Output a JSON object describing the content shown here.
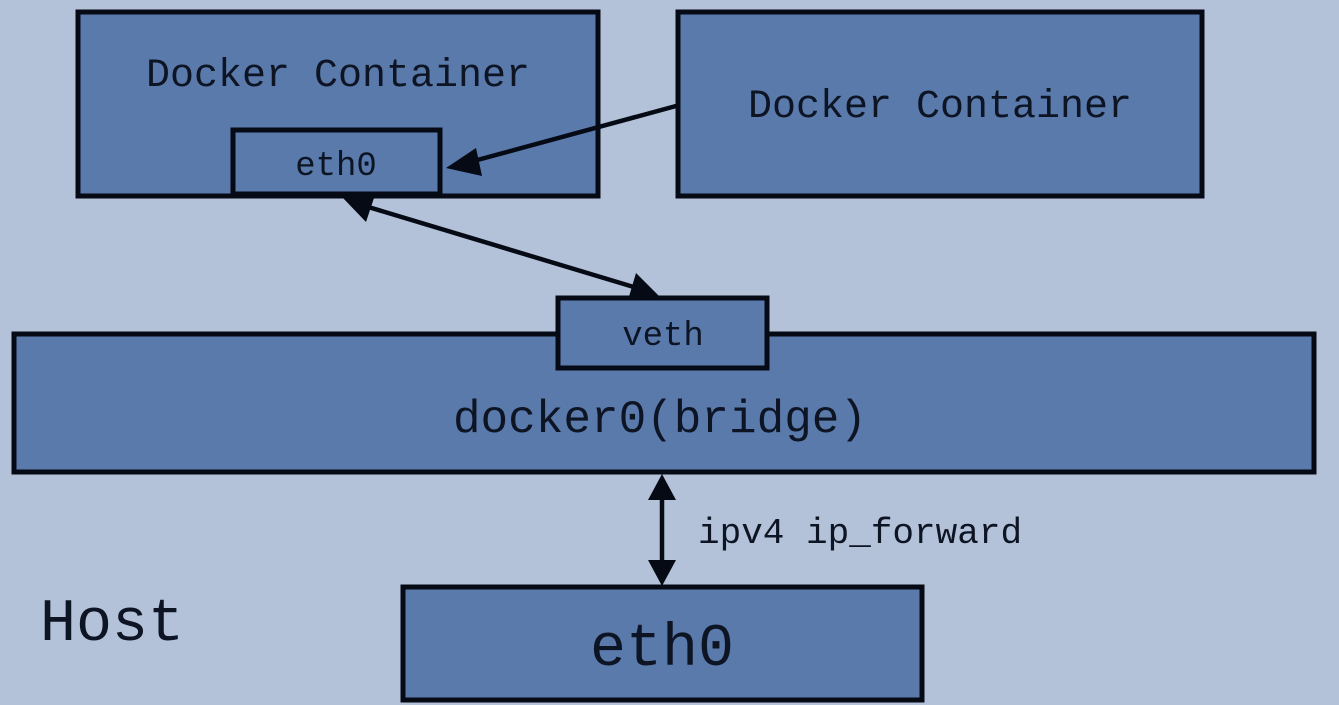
{
  "diagram": {
    "container_1": {
      "label": "Docker Container",
      "interface": "eth0"
    },
    "container_2": {
      "label": "Docker Container"
    },
    "veth": "veth",
    "bridge": "docker0(bridge)",
    "forward_label": "ipv4 ip_forward",
    "host_label": "Host",
    "host_interface": "eth0",
    "colors": {
      "background": "#b3c2d9",
      "box_fill": "#5a7aab",
      "stroke": "#050a14"
    }
  }
}
